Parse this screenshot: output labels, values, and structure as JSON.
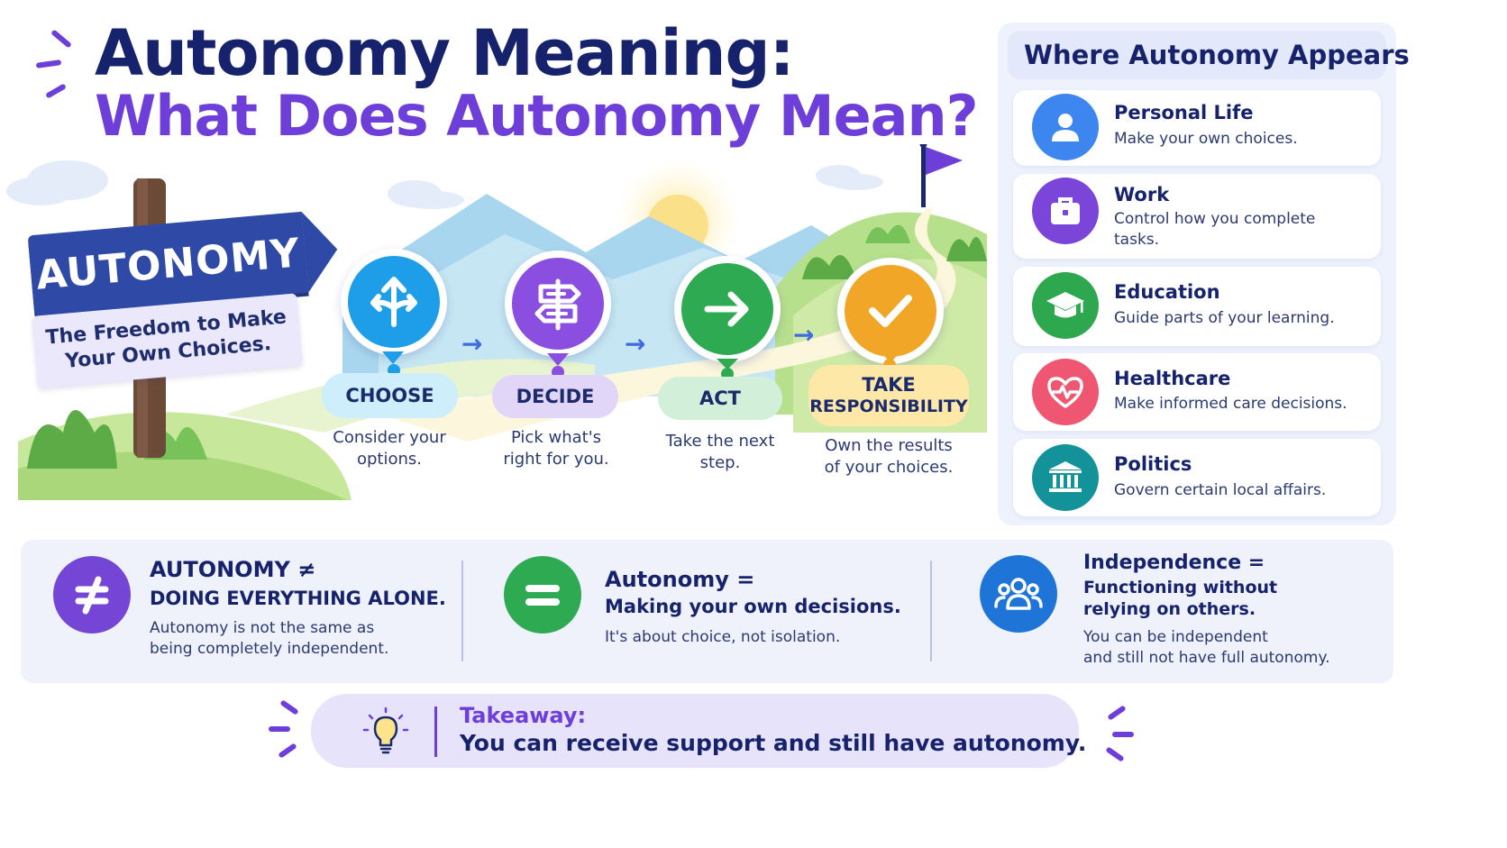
{
  "header": {
    "title_line1": "Autonomy Meaning:",
    "title_line2": "What Does Autonomy Mean?"
  },
  "signpost": {
    "main": "AUTONOMY",
    "sub_line1": "The Freedom to Make",
    "sub_line2": "Your Own Choices."
  },
  "steps": [
    {
      "label": "CHOOSE",
      "desc_line1": "Consider your",
      "desc_line2": "options.",
      "color": "#1e9ee8",
      "icon": "split-arrows-icon"
    },
    {
      "label": "DECIDE",
      "desc_line1": "Pick what's",
      "desc_line2": "right for you.",
      "color": "#8a4fe0",
      "icon": "signpost-icon"
    },
    {
      "label": "ACT",
      "desc_line1": "Take the next",
      "desc_line2": "step.",
      "color": "#2eaa52",
      "icon": "arrow-right-icon"
    },
    {
      "label_line1": "TAKE",
      "label_line2": "RESPONSIBILITY",
      "desc_line1": "Own the results",
      "desc_line2": "of your choices.",
      "color": "#f2a627",
      "icon": "checkmark-icon"
    }
  ],
  "appears": {
    "title": "Where Autonomy Appears",
    "items": [
      {
        "title": "Personal Life",
        "desc_line1": "Make your own choices.",
        "desc_line2": "",
        "color": "#3d86ef",
        "icon": "person-icon"
      },
      {
        "title": "Work",
        "desc_line1": "Control how you complete",
        "desc_line2": "tasks.",
        "color": "#7c45d9",
        "icon": "briefcase-icon"
      },
      {
        "title": "Education",
        "desc_line1": "Guide parts of your learning.",
        "desc_line2": "",
        "color": "#2ea84f",
        "icon": "graduation-cap-icon"
      },
      {
        "title": "Healthcare",
        "desc_line1": "Make informed care decisions.",
        "desc_line2": "",
        "color": "#ef5671",
        "icon": "heart-pulse-icon"
      },
      {
        "title": "Politics",
        "desc_line1": "Govern certain local affairs.",
        "desc_line2": "",
        "color": "#14929a",
        "icon": "government-building-icon"
      }
    ]
  },
  "compare": [
    {
      "title_line1": "AUTONOMY ≠",
      "title_line2": "DOING EVERYTHING ALONE.",
      "desc_line1": "Autonomy is not the same as",
      "desc_line2": "being completely independent.",
      "color": "#7546d6",
      "icon": "not-equal-icon"
    },
    {
      "title_line1": "Autonomy =",
      "title_line2": "Making your own decisions.",
      "desc_line1": "It's about choice, not isolation.",
      "color": "#2eaa52",
      "icon": "equals-icon"
    },
    {
      "title_line1": "Independence =",
      "title_line2": "Functioning without",
      "title_line3": "relying on others.",
      "desc_line1": "You can be independent",
      "desc_line2": "and still not have full autonomy.",
      "color": "#1f74d8",
      "icon": "group-icon"
    }
  ],
  "takeaway": {
    "label": "Takeaway:",
    "text": "You can receive support and still have autonomy.",
    "icon": "lightbulb-icon"
  }
}
